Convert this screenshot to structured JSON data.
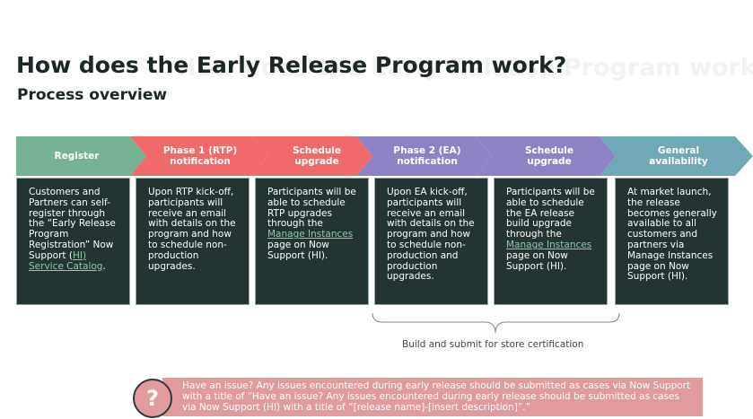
{
  "header": {
    "title": "How does the Early Release Program work?",
    "ghost_title": "How does the Early Release Program work?",
    "subtitle": "Process overview"
  },
  "phases": [
    {
      "line1": "Register",
      "line2": "",
      "color": "#76b394"
    },
    {
      "line1": "Phase 1 (RTP)",
      "line2": "notification",
      "color": "#f06a6a"
    },
    {
      "line1": "Schedule",
      "line2": "upgrade",
      "color": "#f06a6a"
    },
    {
      "line1": "Phase 2 (EA)",
      "line2": "notification",
      "color": "#8f82c4"
    },
    {
      "line1": "Schedule",
      "line2": "upgrade",
      "color": "#8f82c4"
    },
    {
      "line1": "General",
      "line2": "availability",
      "color": "#6ea9b5"
    }
  ],
  "cards": [
    {
      "pre": "Customers and Partners can self-register through the “Early Release Program Registration” Now Support (",
      "link": "HI) Service Catalog",
      "post": "."
    },
    {
      "pre": "Upon RTP kick-off, participants will receive an email with details on the program and how to schedule non-production upgrades.",
      "link": "",
      "post": ""
    },
    {
      "pre": "Participants will be able to schedule RTP upgrades through the ",
      "link": "Manage Instances",
      "post": " page on Now Support (HI)."
    },
    {
      "pre": "Upon EA kick-off, participants will receive an email with details on the program and how to schedule non-production and production upgrades.",
      "link": "",
      "post": ""
    },
    {
      "pre": "Participants will be able to schedule the EA release build upgrade through the ",
      "link": "Manage Instances",
      "post": " page on Now Support (HI)."
    },
    {
      "pre": "At market launch, the release becomes generally available to all customers and partners via Manage Instances page on Now Support (HI).",
      "link": "",
      "post": ""
    }
  ],
  "bracket_label": "Build and submit for store certification",
  "note": {
    "icon": "question-mark-icon",
    "symbol": "?",
    "text": "Have an issue? Any issues encountered during early release should be submitted as cases via Now Support with a title of “Have an issue? Any issues encountered during early release should be submitted as cases via Now Support (HI) with a title of “[release name]-[insert description]”.”"
  }
}
